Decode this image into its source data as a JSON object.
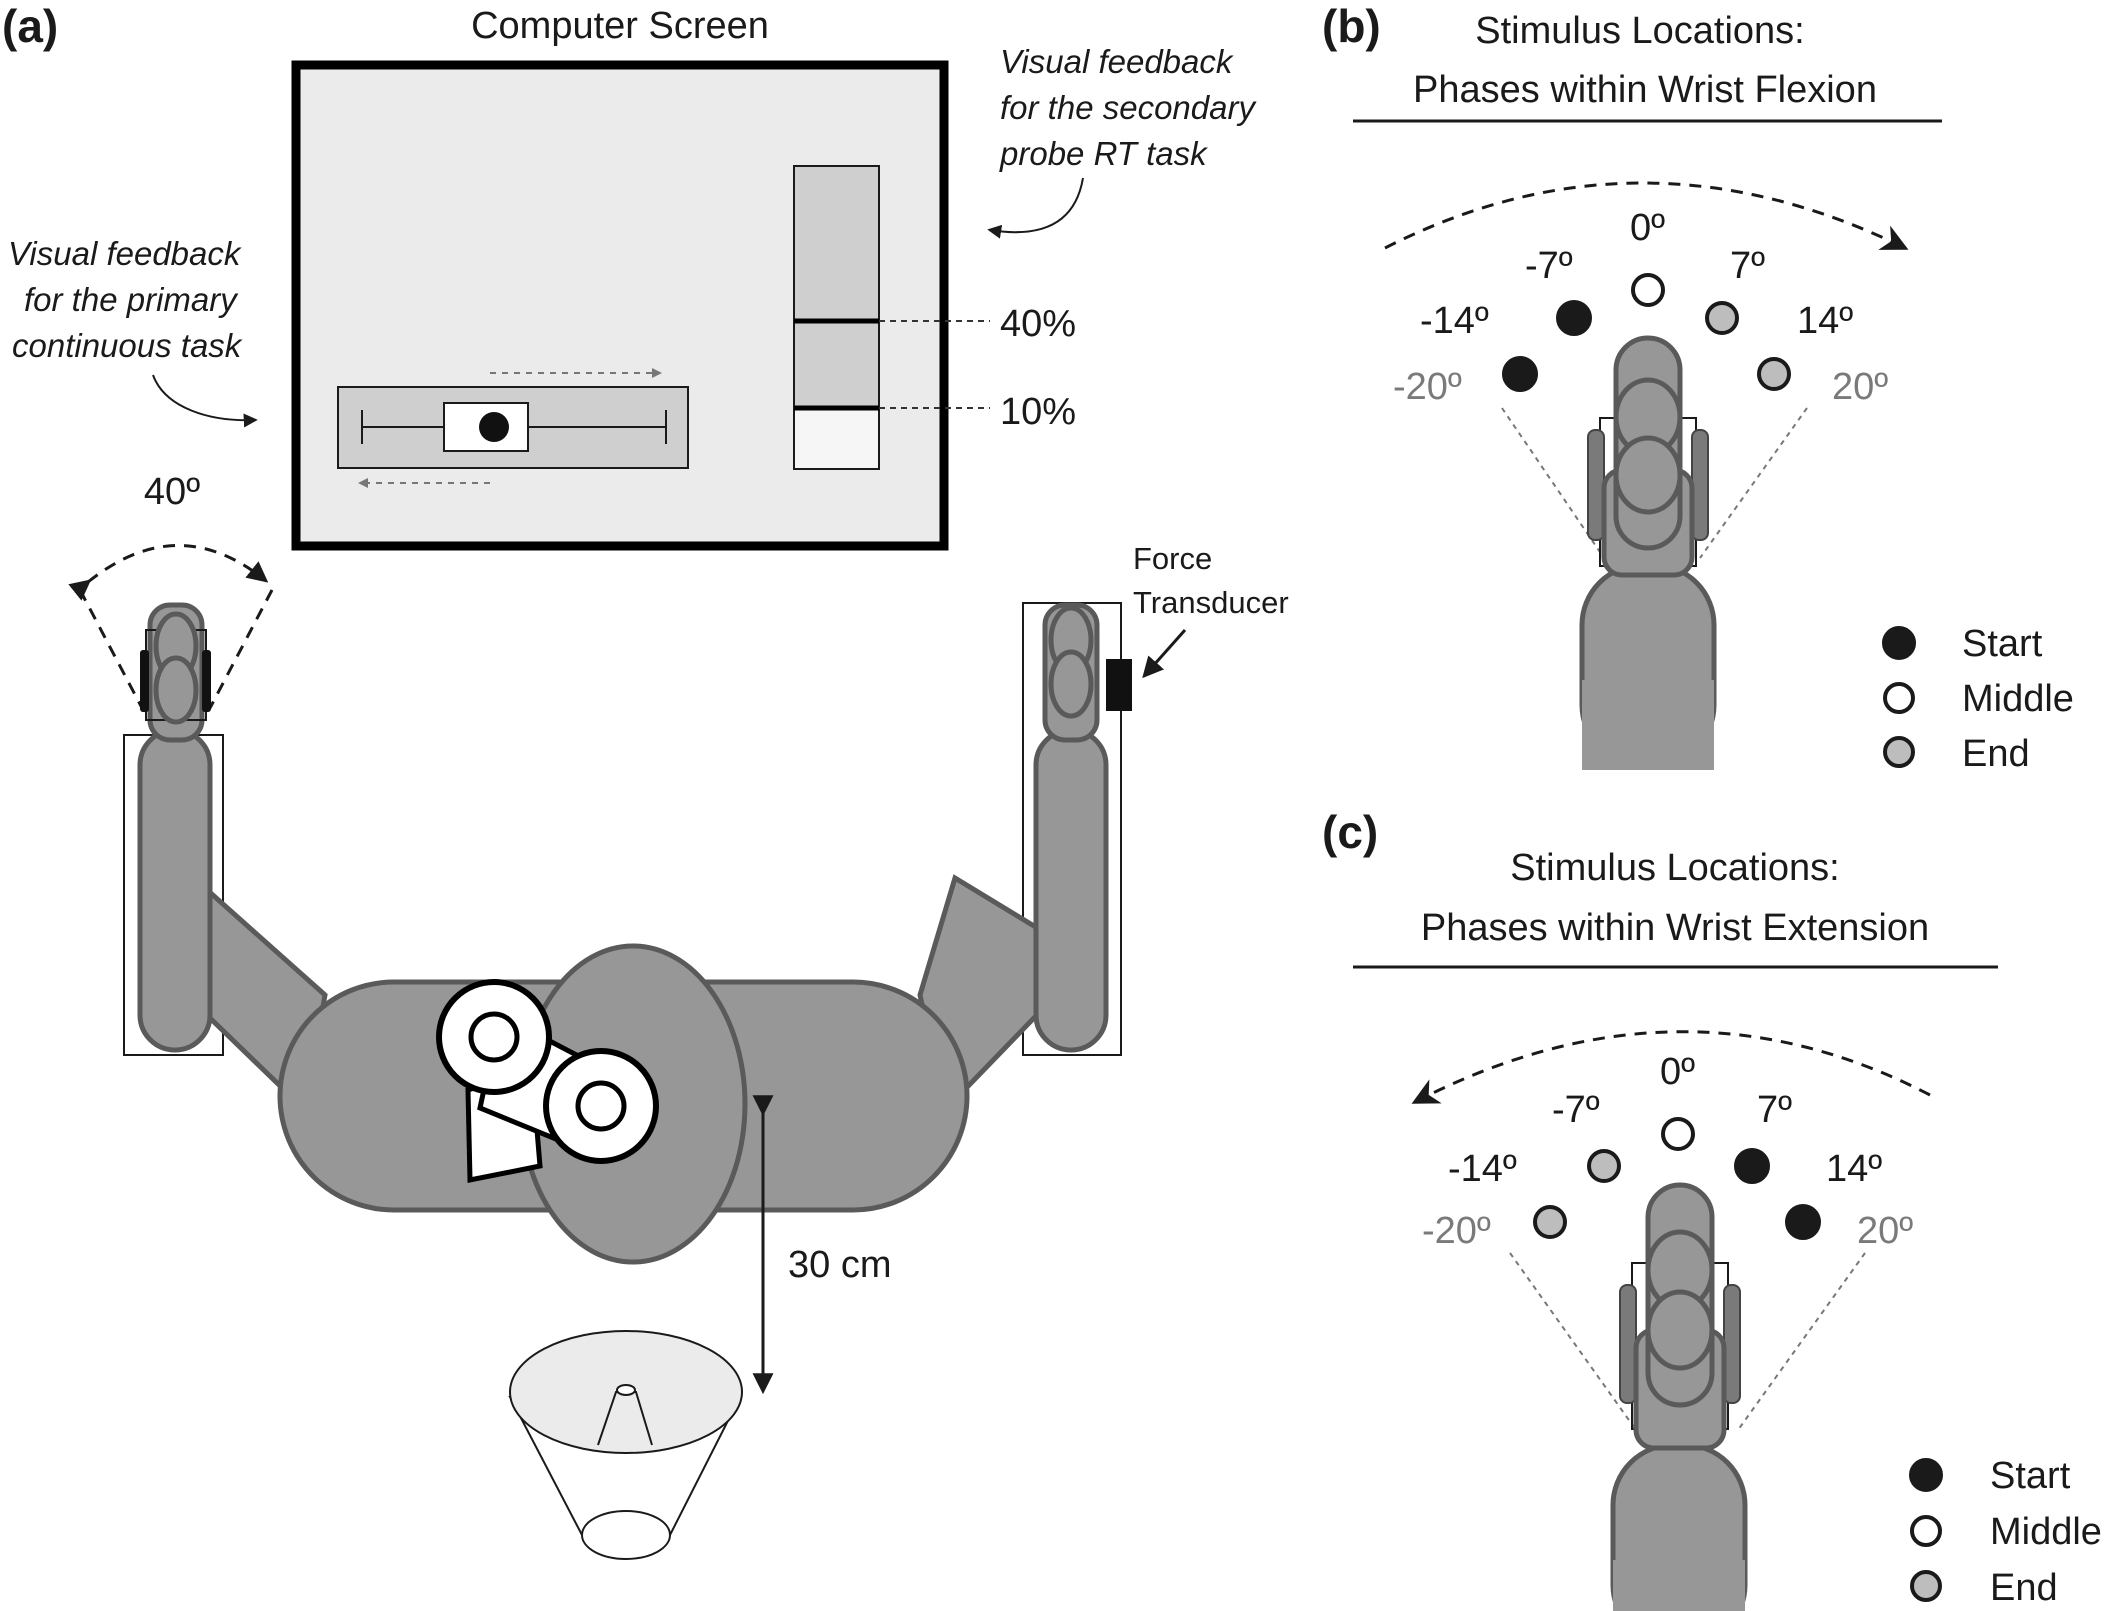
{
  "panels": {
    "a": {
      "label": "(a)",
      "screen_title": "Computer Screen",
      "secondary_caption": [
        "Visual feedback",
        "for the secondary",
        "probe RT task"
      ],
      "primary_caption": [
        "Visual feedback",
        "for the primary",
        "continuous task"
      ],
      "level_high": "40%",
      "level_low": "10%",
      "angle": "40º",
      "force_caption": [
        "Force",
        "Transducer"
      ],
      "distance": "30 cm"
    },
    "b": {
      "label": "(b)",
      "title": [
        "Stimulus Locations:",
        "Phases within Wrist Flexion"
      ],
      "angles": {
        "n14": "-14º",
        "n7": "-7º",
        "z": "0º",
        "p7": "7º",
        "p14": "14º",
        "n20": "-20º",
        "p20": "20º"
      },
      "legend": [
        "Start",
        "Middle",
        "End"
      ]
    },
    "c": {
      "label": "(c)",
      "title": [
        "Stimulus Locations:",
        "Phases within Wrist Extension"
      ],
      "angles": {
        "n14": "-14º",
        "n7": "-7º",
        "z": "0º",
        "p7": "7º",
        "p14": "14º",
        "n20": "-20º",
        "p20": "20º"
      },
      "legend": [
        "Start",
        "Middle",
        "End"
      ]
    }
  },
  "colors": {
    "start": "#1a1a1a",
    "middle": "#ffffff",
    "end": "#bdbdbd",
    "limb": "#979797",
    "screen": "#ebebeb"
  }
}
